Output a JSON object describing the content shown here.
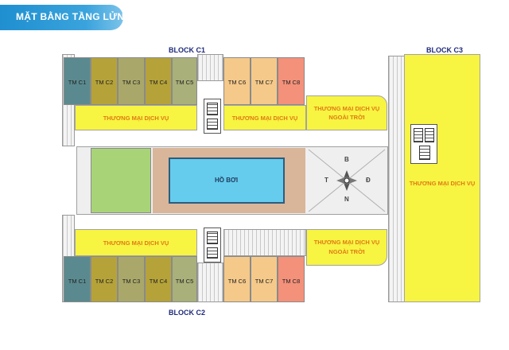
{
  "title": "MẶT BẰNG TẦNG LỬNG",
  "blocks": {
    "c1": "BLOCK C1",
    "c2": "BLOCK C2",
    "c3": "BLOCK C3"
  },
  "colors": {
    "tm1": "#5a8a8f",
    "tm_olive": "#b5a33a",
    "tm_khaki": "#a9a86a",
    "tm_sage": "#a9b07a",
    "tm_peach": "#f5c98a",
    "tm8": "#f4917a",
    "yellow": "#f7f442",
    "pool": "#66ccee",
    "green": "#a8d477",
    "pool_deck": "#d9b59a"
  },
  "shops_top": [
    "TM C1",
    "TM C2",
    "TM C3",
    "TM C4",
    "TM C5",
    "TM C6",
    "TM C7",
    "TM C8"
  ],
  "shops_bottom": [
    "TM C1",
    "TM C2",
    "TM C3",
    "TM C4",
    "TM C5",
    "TM C6",
    "TM C7",
    "TM C8"
  ],
  "labels": {
    "trade": "THƯƠNG MẠI DỊCH VỤ",
    "trade_outdoor_line1": "THƯƠNG MẠI DỊCH VỤ",
    "trade_outdoor_line2": "NGOÀI TRỜI",
    "pool": "HỒ BƠI"
  },
  "compass": {
    "north": "B",
    "south": "N",
    "west": "T",
    "east": "Đ"
  }
}
